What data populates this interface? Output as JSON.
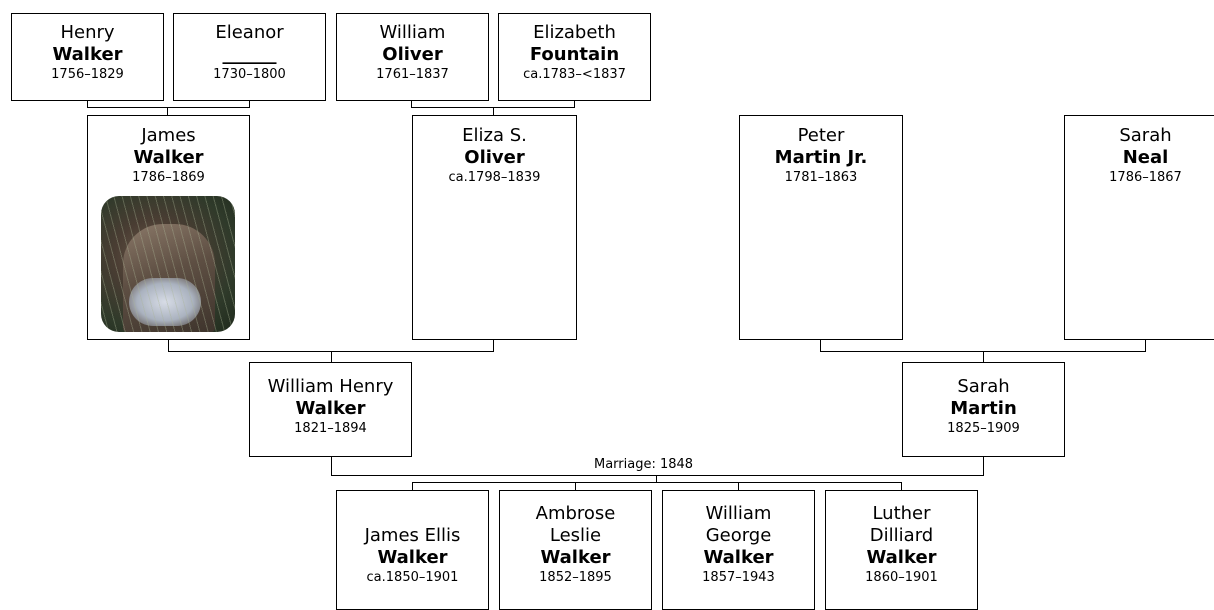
{
  "gen1": [
    {
      "given": "Henry",
      "surname": "Walker",
      "dates": "1756–1829"
    },
    {
      "given": "Eleanor",
      "surname": "______",
      "dates": "1730–1800"
    },
    {
      "given": "William",
      "surname": "Oliver",
      "dates": "1761–1837"
    },
    {
      "given": "Elizabeth",
      "surname": "Fountain",
      "dates": "ca.1783–<1837"
    }
  ],
  "gen2": [
    {
      "given": "James",
      "surname": "Walker",
      "dates": "1786–1869"
    },
    {
      "given": "Eliza S.",
      "surname": "Oliver",
      "dates": "ca.1798–1839"
    },
    {
      "given": "Peter",
      "surname": "Martin Jr.",
      "dates": "1781–1863"
    },
    {
      "given": "Sarah",
      "surname": "Neal",
      "dates": "1786–1867"
    }
  ],
  "gen3": [
    {
      "given": "William Henry",
      "surname": "Walker",
      "dates": "1821–1894"
    },
    {
      "given": "Sarah",
      "surname": "Martin",
      "dates": "1825–1909"
    }
  ],
  "marriage_label": "Marriage: 1848",
  "children": [
    {
      "given_line1": "James Ellis",
      "given_line2": "",
      "surname": "Walker",
      "dates": "ca.1850–1901"
    },
    {
      "given_line1": "Ambrose",
      "given_line2": "Leslie",
      "surname": "Walker",
      "dates": "1852–1895"
    },
    {
      "given_line1": "William",
      "given_line2": "George",
      "surname": "Walker",
      "dates": "1857–1943"
    },
    {
      "given_line1": "Luther",
      "given_line2": "Dilliard",
      "surname": "Walker",
      "dates": "1860–1901"
    }
  ]
}
